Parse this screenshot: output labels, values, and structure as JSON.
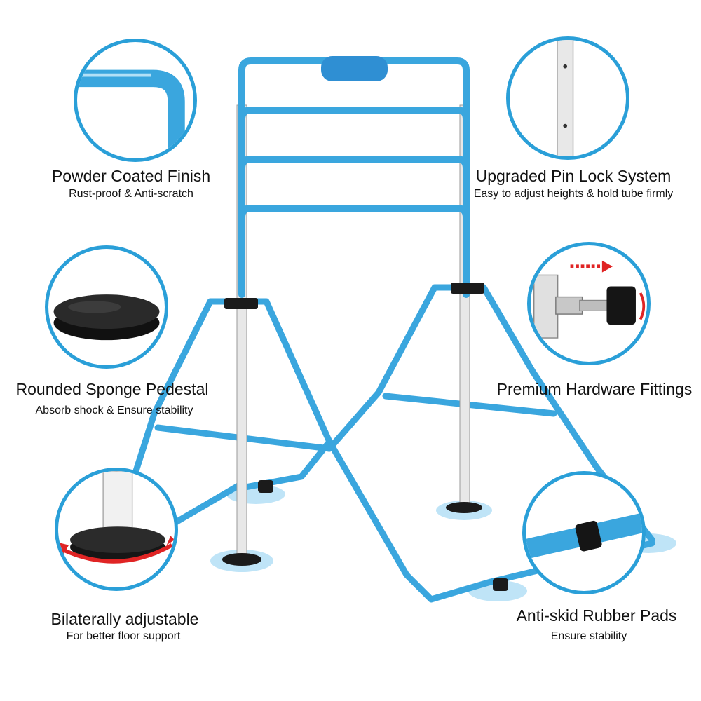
{
  "colors": {
    "accent": "#2a9fd8",
    "tube": "#3aa6de",
    "pad": "#bfe4f7",
    "dark": "#1b1b1b"
  },
  "features": {
    "powder": {
      "title": "Powder Coated Finish",
      "subtitle": "Rust-proof & Anti-scratch"
    },
    "pinlock": {
      "title": "Upgraded Pin Lock System",
      "subtitle": "Easy to adjust heights & hold tube firmly"
    },
    "sponge": {
      "title": "Rounded Sponge Pedestal",
      "subtitle": "Absorb shock & Ensure stability"
    },
    "hardware": {
      "title": "Premium Hardware Fittings",
      "subtitle": ""
    },
    "bilateral": {
      "title": "Bilaterally adjustable",
      "subtitle": "For better floor support"
    },
    "antiskid": {
      "title": "Anti-skid Rubber Pads",
      "subtitle": "Ensure stability"
    }
  }
}
